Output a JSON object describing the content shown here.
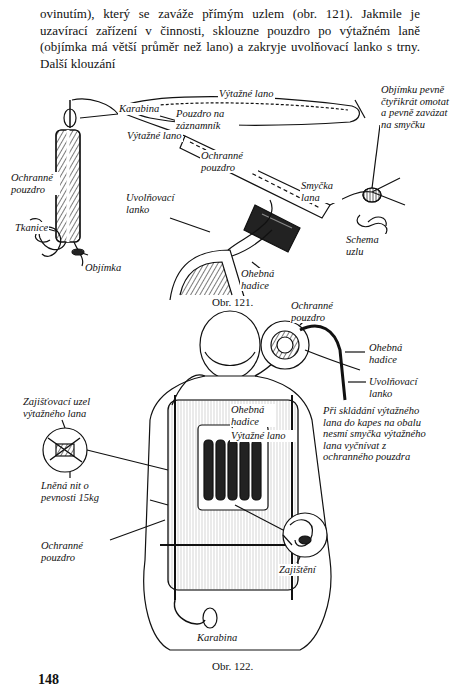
{
  "diagram": {
    "labels": [
      "ovinutím), který se zaváže přímým uzlem (obr. 121). Jakmile je uzavírací zařízení v činnosti, sklouzne pouzdro po výtažném laně (objímka má větší průměr než lano) a zakryje uvolňovací lanko s trny. Další klouzání",
      "Výtažné lano",
      "Karabina",
      "Pouzdro na záznamník",
      "Výtažné lano",
      "Objímku pevně čtyřikrát omotat a pevně zavázat na smyčku",
      "Ochranné pouzdro",
      "Ochranné pouzdro",
      "Smyčka lana",
      "Uvolňovací lanko",
      "Tkanice",
      "Schema uzlu",
      "Ohebná hadice",
      "Objímka",
      "Obr. 121.",
      "Ochranné pouzdro",
      "Ohebná hadice",
      "Uvolňovací lanko",
      "Zajišťovací uzel výtažného lana",
      "Ohebná hadice",
      "Výtažné lano",
      "Při skládání výtažného lana do kapes na obalu nesmí smyčka výtažného lana vyčnívat z ochranného pouzdra",
      "Lněná nit o pevnosti 15kg",
      "Ochranné pouzdro",
      "Zajištění",
      "Karabina",
      "Obr. 122.",
      "148"
    ]
  }
}
